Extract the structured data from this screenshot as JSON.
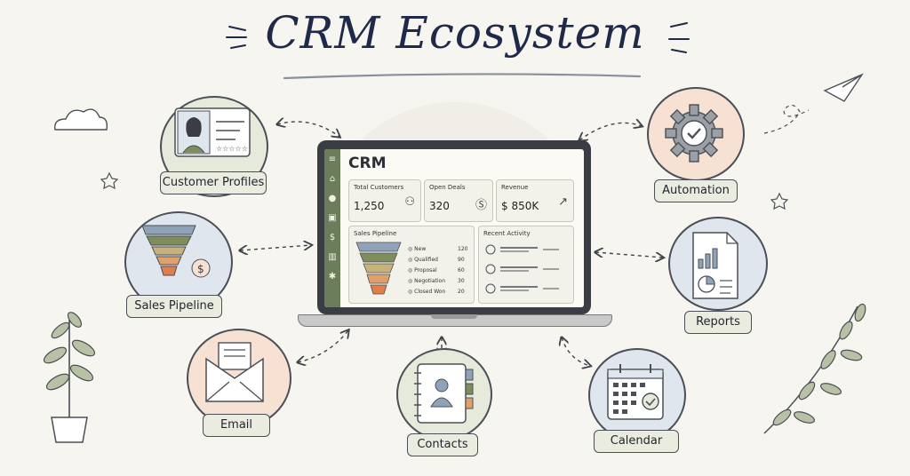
{
  "title": "CRM Ecosystem",
  "nodes": {
    "customer_profiles": "Customer Profiles",
    "sales_pipeline": "Sales Pipeline",
    "email": "Email",
    "contacts": "Contacts",
    "calendar": "Calendar",
    "reports": "Reports",
    "automation": "Automation"
  },
  "dashboard": {
    "heading": "CRM",
    "stats": [
      {
        "label": "Total Customers",
        "value": "1,250",
        "icon": "people-icon"
      },
      {
        "label": "Open Deals",
        "value": "320",
        "icon": "dollar-icon"
      },
      {
        "label": "Revenue",
        "value": "$ 850K",
        "icon": "trend-up-icon"
      }
    ],
    "pipeline_title": "Sales Pipeline",
    "pipeline": [
      {
        "stage": "New",
        "count": "120"
      },
      {
        "stage": "Qualified",
        "count": "90"
      },
      {
        "stage": "Proposal",
        "count": "60"
      },
      {
        "stage": "Negotiation",
        "count": "30"
      },
      {
        "stage": "Closed Won",
        "count": "20"
      }
    ],
    "activity_title": "Recent Activity"
  },
  "colors": {
    "title": "#1f2a4a",
    "green_bubble": "#e6eadb",
    "blue_bubble": "#dfe6ee",
    "peach_bubble": "#f6e1d3",
    "label_fill": "#e9ecdf",
    "sidebar": "#6b7d5a",
    "funnel": [
      "#8fa3b8",
      "#7e8d5c",
      "#c7b37a",
      "#e0a06a",
      "#e27e4a"
    ]
  }
}
